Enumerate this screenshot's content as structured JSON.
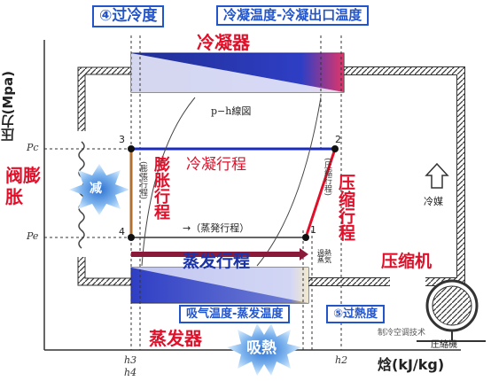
{
  "labels": {
    "subcool_box": "④过冷度",
    "cond_temp_box": "冷凝温度-冷凝出口温度",
    "condenser": "冷凝器",
    "ph_title": "p−h線図",
    "cond_process": "冷凝行程",
    "compression_jp": "(圧縮行程)",
    "compression": "压缩行程",
    "refrigerant": "冷媒",
    "expansion_jp": "(膨張行程)",
    "expansion": "膨胀行程",
    "evap_jp": "→（蒸発行程）",
    "superheat_jp": "過熱蒸気",
    "evap_process": "蒸发行程",
    "compressor": "压缩机",
    "suction_temp_box": "吸气温度-蒸发温度",
    "superheat_box": "⑤过熱度",
    "evaporator": "蒸发器",
    "heat_absorb": "吸熱",
    "compressor_jp": "圧縮機",
    "valve": "阀膨胀",
    "reduce": "减",
    "y_axis": "压力(Mpa)",
    "x_axis": "焓(kJ/kg)",
    "point1": "1",
    "point2": "2",
    "point3": "3",
    "point4": "4",
    "pc": "Pc",
    "pe": "Pe",
    "h3": "h3",
    "h4": "h4",
    "h2": "h2",
    "watermark": "制冷空调技术"
  },
  "colors": {
    "accent_blue": "#1a33a8",
    "accent_red": "#e0102a",
    "box_border": "#2255cc"
  }
}
